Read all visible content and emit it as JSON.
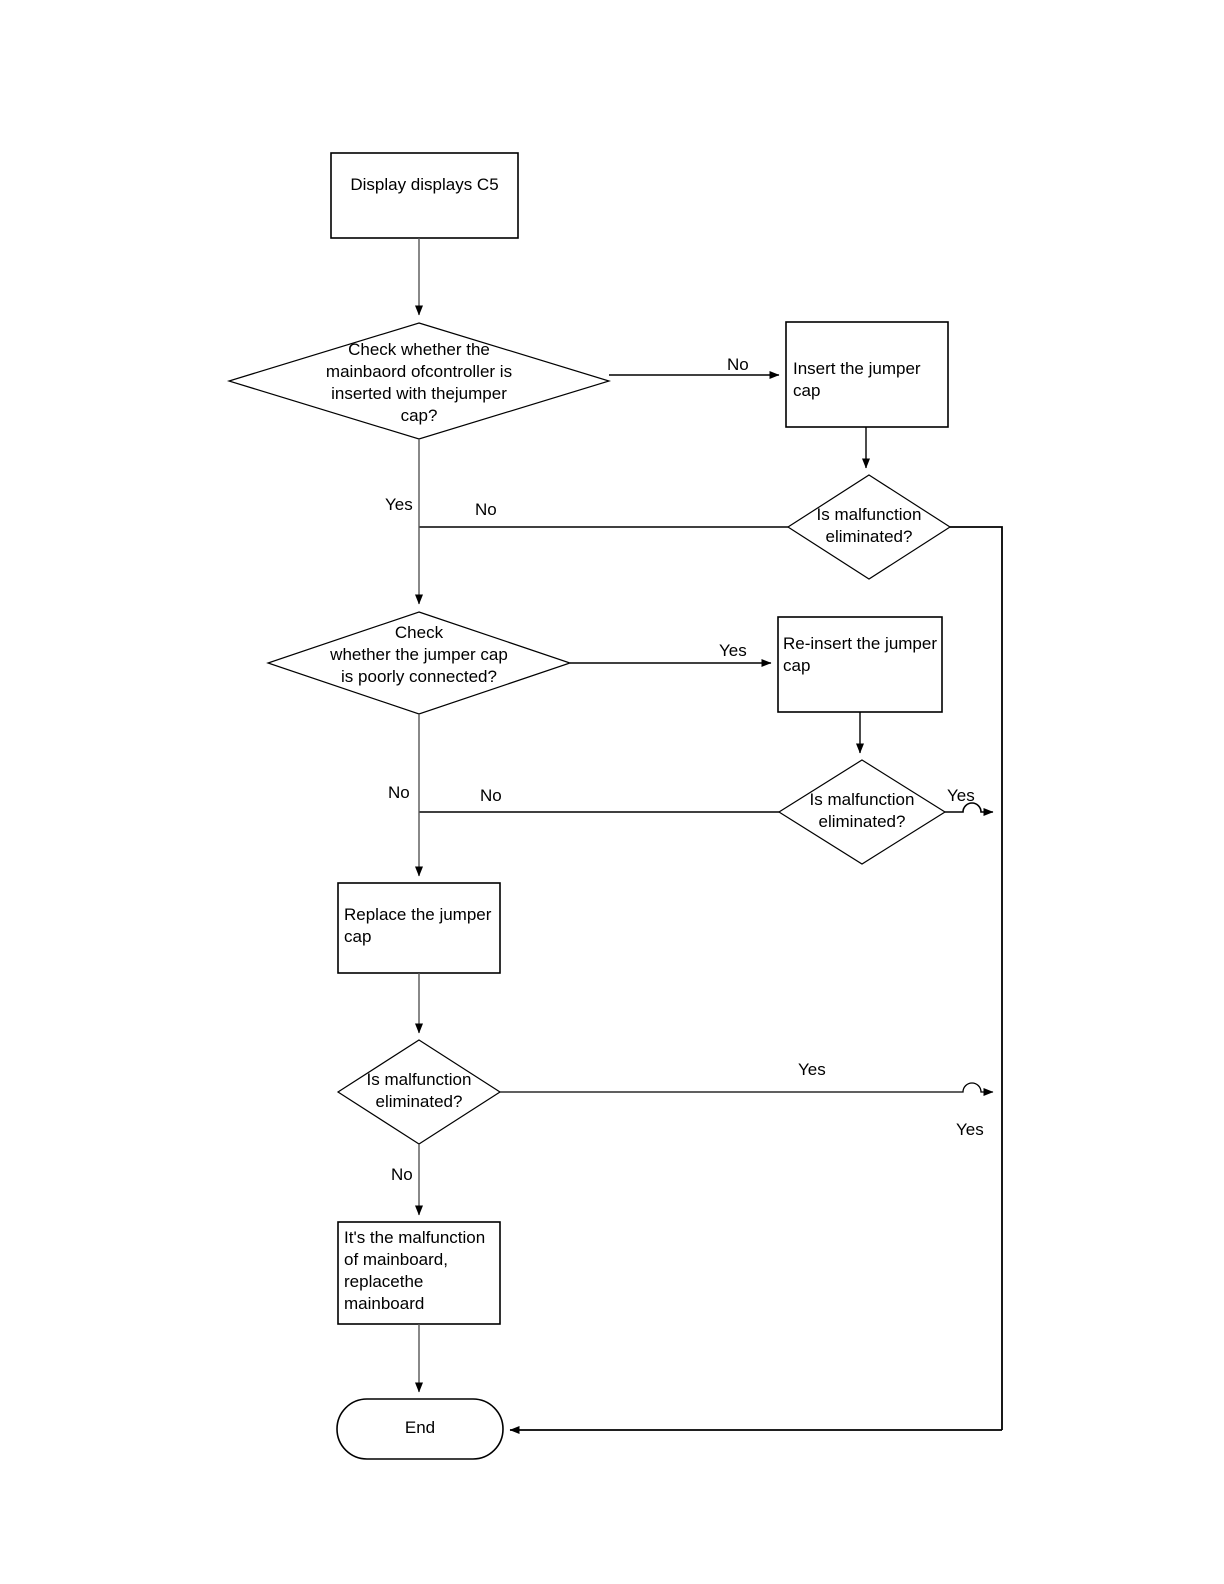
{
  "diagram": {
    "title": "Display displays C5 troubleshooting flowchart",
    "type": "flowchart",
    "background_color": "#ffffff",
    "stroke_color": "#000000",
    "text_color": "#000000"
  },
  "nodes": {
    "start_box": {
      "label": "Display displays C5",
      "shape": "process"
    },
    "decision_mainboard": {
      "label": "Check whether the\nmainbaord ofcontroller is\ninserted with thejumper\ncap?",
      "shape": "decision"
    },
    "insert_cap": {
      "label": "Insert the jumper\ncap",
      "shape": "process"
    },
    "malfunction_1": {
      "label": "Is malfunction\neliminated?",
      "shape": "decision"
    },
    "decision_poorly_connected": {
      "label": "Check\nwhether the jumper cap\nis poorly connected?",
      "shape": "decision"
    },
    "reinsert_cap": {
      "label": "Re-insert the jumper\ncap",
      "shape": "process"
    },
    "malfunction_2": {
      "label": "Is malfunction\neliminated?",
      "shape": "decision"
    },
    "replace_cap": {
      "label": "Replace the jumper\ncap",
      "shape": "process"
    },
    "malfunction_3": {
      "label": "Is malfunction\neliminated?",
      "shape": "decision"
    },
    "replace_mainboard": {
      "label": "It's the malfunction\nof mainboard,\nreplacethe\nmainboard",
      "shape": "process"
    },
    "end_terminator": {
      "label": "End",
      "shape": "terminator"
    }
  },
  "edge_labels": {
    "mainboard_no": "No",
    "mainboard_yes": "Yes",
    "malfunction1_no": "No",
    "poorly_yes": "Yes",
    "poorly_no": "No",
    "malfunction2_no": "No",
    "malfunction2_yes": "Yes",
    "malfunction3_yes": "Yes",
    "malfunction3_no": "No",
    "right_rail_yes": "Yes"
  }
}
